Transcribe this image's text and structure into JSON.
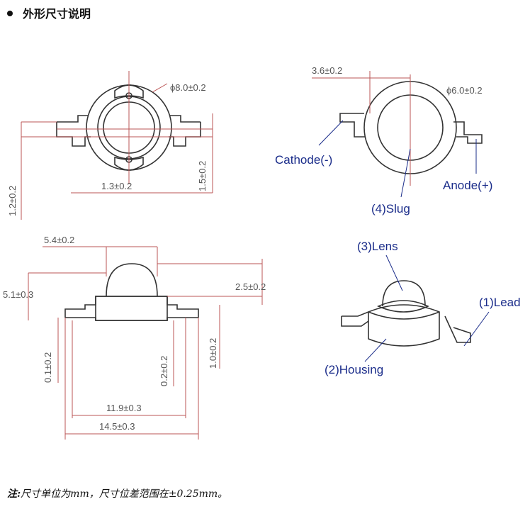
{
  "title": "外形尺寸说明",
  "note": {
    "label": "注:",
    "text": "尺寸单位为mm，尺寸位差范围在±0.25mm。"
  },
  "dims": {
    "d_outer": "ϕ8.0±0.2",
    "d_1_3": "1.3±0.2",
    "d_1_5": "1.5±0.2",
    "d_1_2": "1.2±0.2",
    "d_3_6": "3.6±0.2",
    "d_6_0": "ϕ6.0±0.2",
    "d_5_4": "5.4±0.2",
    "d_5_1": "5.1±0.3",
    "d_2_5": "2.5±0.2",
    "d_0_1": "0.1±0.2",
    "d_0_2": "0.2±0.2",
    "d_1_0": "1.0±0.2",
    "d_11_9": "11.9±0.3",
    "d_14_5": "14.5±0.3"
  },
  "parts": {
    "cathode": "Cathode(-)",
    "anode": "Anode(+)",
    "slug": "(4)Slug",
    "lens": "(3)Lens",
    "lead": "(1)Lead",
    "housing": "(2)Housing"
  },
  "colors": {
    "line": "#333333",
    "dim_line": "#a55",
    "label_blue": "#1a2c8a",
    "dim_text": "#555555"
  }
}
